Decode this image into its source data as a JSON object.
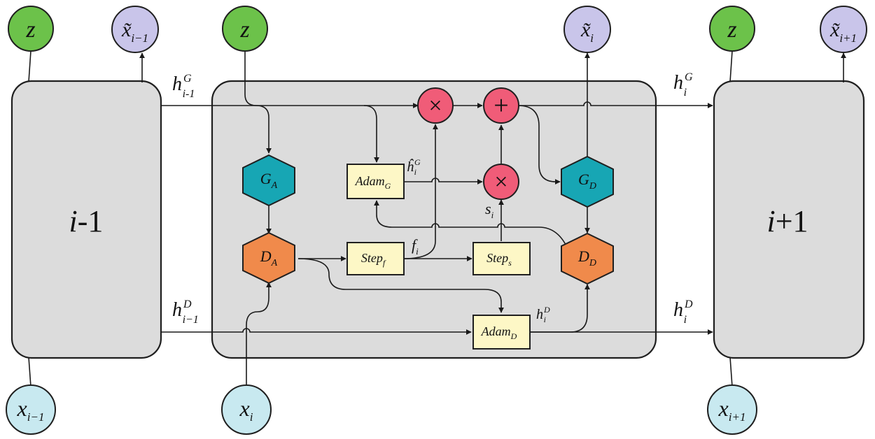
{
  "colors": {
    "z_node": "#6cc24a",
    "xtilde_node": "#c9c5ea",
    "x_node": "#c8e9f0",
    "hex_G": "#17a6b4",
    "hex_D": "#f08a4b",
    "operator": "#f05c78",
    "module_box": "#fdf7c6",
    "block": "#dcdcdc"
  },
  "blocks": {
    "prev": {
      "label_main": "i",
      "label_rest": "-1"
    },
    "next": {
      "label_main": "i",
      "label_rest": "+1"
    }
  },
  "nodes": {
    "z_prev": {
      "main": "z"
    },
    "z_cur": {
      "main": "z"
    },
    "z_next": {
      "main": "z"
    },
    "xt_prev": {
      "main": "x̃",
      "sub": "i−1"
    },
    "xt_cur": {
      "main": "x̃",
      "sub": "i"
    },
    "xt_next": {
      "main": "x̃",
      "sub": "i+1"
    },
    "x_prev": {
      "main": "x",
      "sub": "i−1"
    },
    "x_cur": {
      "main": "x",
      "sub": "i"
    },
    "x_next": {
      "main": "x",
      "sub": "i+1"
    }
  },
  "hexagons": {
    "GA": {
      "main": "G",
      "sub": "A"
    },
    "DA": {
      "main": "D",
      "sub": "A"
    },
    "GD": {
      "main": "G",
      "sub": "D"
    },
    "DD": {
      "main": "D",
      "sub": "D"
    }
  },
  "modules": {
    "adamG": {
      "main": "Adam",
      "sub": "G"
    },
    "stepf": {
      "main": "Step",
      "sub": "f"
    },
    "steps": {
      "main": "Step",
      "sub": "s"
    },
    "adamD": {
      "main": "Adam",
      "sub": "D"
    }
  },
  "operators": {
    "mult_top": "×",
    "plus": "+",
    "mult_mid": "×"
  },
  "edge_labels": {
    "hG_prev": {
      "main": "h",
      "sup": "G",
      "sub": "i-1"
    },
    "hD_prev": {
      "main": "h",
      "sup": "D",
      "sub": "i−1"
    },
    "hG_cur": {
      "main": "h",
      "sup": "G",
      "sub": "i"
    },
    "hD_cur": {
      "main": "h",
      "sup": "D",
      "sub": "i"
    },
    "hhat": {
      "main": "ĥ",
      "sup": "G",
      "sub": "i"
    },
    "hD_adam": {
      "main": "h",
      "sup": "D",
      "sub": "i"
    },
    "f_i": {
      "main": "f",
      "sub": "i"
    },
    "s_i": {
      "main": "s",
      "sub": "i"
    }
  }
}
